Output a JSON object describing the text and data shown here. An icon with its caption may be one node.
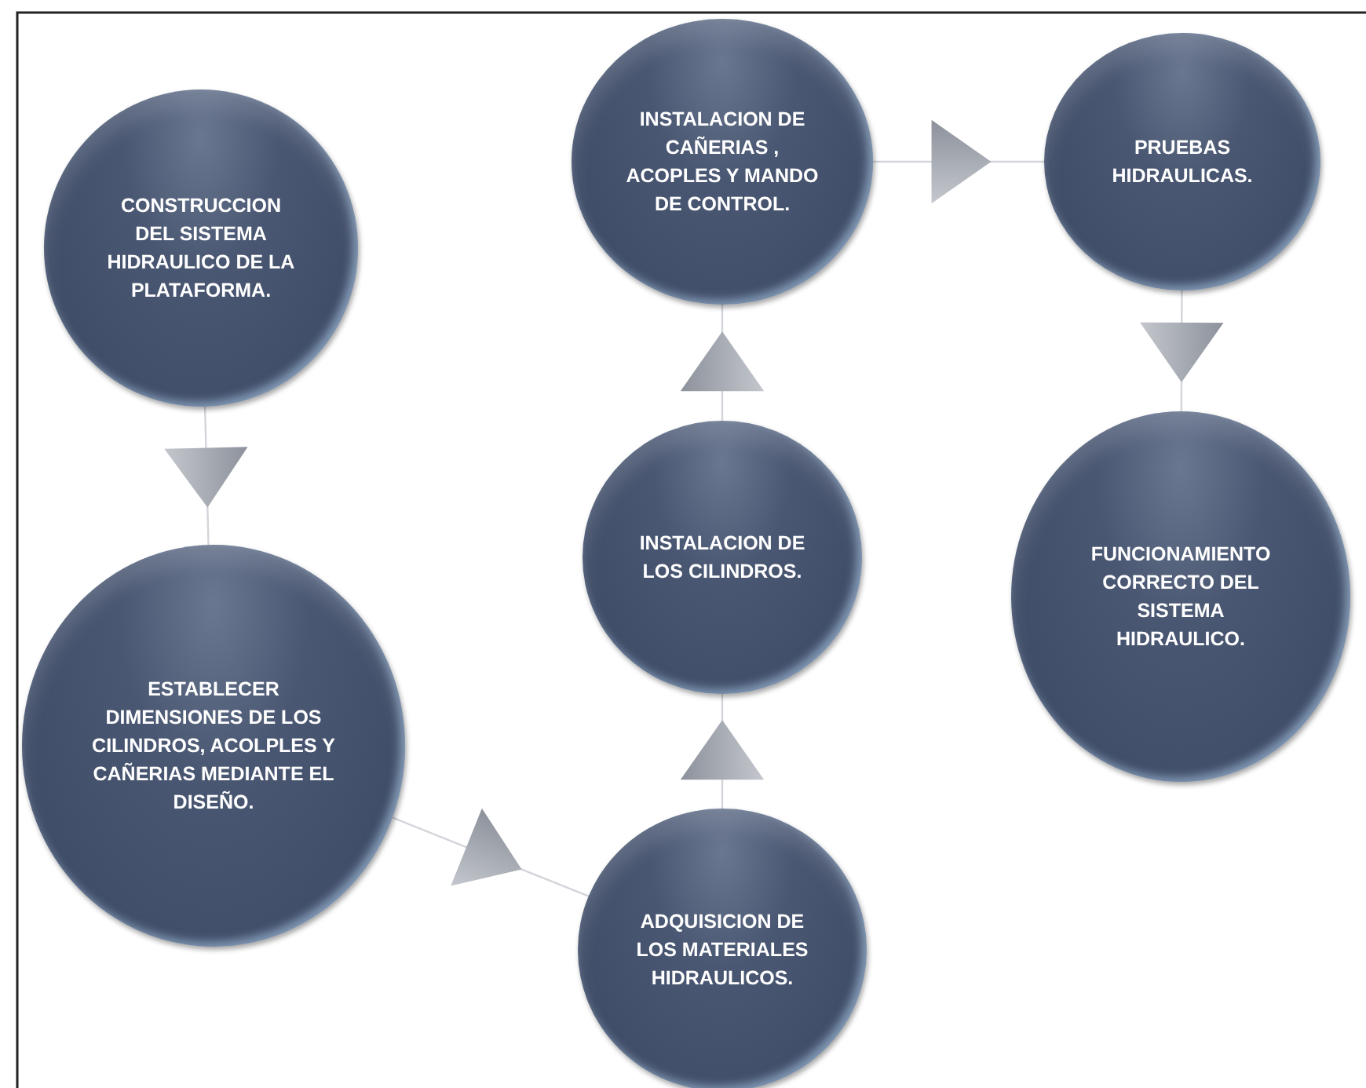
{
  "diagram": {
    "nodes": [
      {
        "text": [
          "CONSTRUCCION DEL SISTEMA HIDRAULICO DE LA PLATAFORMA."
        ]
      },
      {
        "text": [
          "ESTABLECER DIMENSIONES DE LOS CILINDROS, ACOLPLES Y CAÑERIAS MEDIANTE EL DISEÑO."
        ]
      },
      {
        "text": [
          "ADQUISICION DE LOS MATERIALES HIDRAULICOS."
        ]
      },
      {
        "text": [
          "INSTALACION DE LOS CILINDROS."
        ]
      },
      {
        "text": [
          "INSTALACION DE CAÑERIAS , ACOPLES Y MANDO DE CONTROL."
        ]
      },
      {
        "text": [
          "PRUEBAS HIDRAULICAS."
        ]
      },
      {
        "text": [
          "FUNCIONAMIENTO CORRECTO DEL SISTEMA HIDRAULICO."
        ]
      }
    ],
    "edges": [
      {
        "from": 0,
        "to": 1,
        "arrow": "to"
      },
      {
        "from": 1,
        "to": 2,
        "arrow": "to"
      },
      {
        "from": 2,
        "to": 3,
        "arrow": "to"
      },
      {
        "from": 3,
        "to": 4,
        "arrow": "to"
      },
      {
        "from": 4,
        "to": 5,
        "arrow": "to"
      },
      {
        "from": 5,
        "to": 6,
        "arrow": "to"
      }
    ]
  }
}
